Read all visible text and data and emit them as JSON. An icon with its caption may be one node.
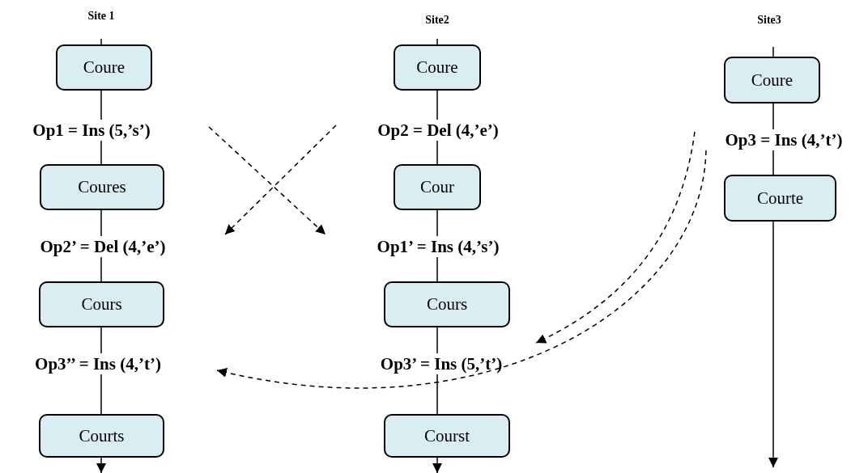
{
  "diagram": {
    "nodes": [
      {
        "text": [
          "Coure"
        ]
      },
      {
        "text": [
          "Op1 = Ins (5,’s’)"
        ]
      },
      {
        "text": [
          "Coures"
        ]
      },
      {
        "text": [
          "Op2’ = Del (4,’e’)"
        ]
      },
      {
        "text": [
          "Cours"
        ]
      },
      {
        "text": [
          "Op3’’ = Ins (4,’t’)"
        ]
      },
      {
        "text": [
          "Courts"
        ]
      },
      {
        "text": [
          "Coure"
        ]
      },
      {
        "text": [
          "Op2 = Del (4,’e’)"
        ]
      },
      {
        "text": [
          "Cour"
        ]
      },
      {
        "text": [
          "Op1’ = Ins (4,’s’)"
        ]
      },
      {
        "text": [
          "Cours"
        ]
      },
      {
        "text": [
          "Op3’ = Ins (5,’t’)"
        ]
      },
      {
        "text": [
          "Courst"
        ]
      },
      {
        "text": [
          "Coure"
        ]
      },
      {
        "text": [
          "Op3 = Ins (4,’t’)"
        ]
      },
      {
        "text": [
          "Courte"
        ]
      }
    ],
    "edges": [
      {
        "from": null,
        "to": 0,
        "arrow": "none"
      },
      {
        "from": 0,
        "to": 1,
        "arrow": "none"
      },
      {
        "from": 1,
        "to": 2,
        "arrow": "none"
      },
      {
        "from": 2,
        "to": 3,
        "arrow": "none"
      },
      {
        "from": 3,
        "to": 4,
        "arrow": "none"
      },
      {
        "from": 4,
        "to": 5,
        "arrow": "none"
      },
      {
        "from": 5,
        "to": 6,
        "arrow": "none"
      },
      {
        "from": 6,
        "to": null,
        "arrow": "to"
      },
      {
        "from": null,
        "to": 7,
        "arrow": "none"
      },
      {
        "from": 7,
        "to": 8,
        "arrow": "none"
      },
      {
        "from": 8,
        "to": 9,
        "arrow": "none"
      },
      {
        "from": 9,
        "to": 10,
        "arrow": "none"
      },
      {
        "from": 10,
        "to": 11,
        "arrow": "none"
      },
      {
        "from": 11,
        "to": 12,
        "arrow": "none"
      },
      {
        "from": 12,
        "to": 13,
        "arrow": "none"
      },
      {
        "from": 13,
        "to": null,
        "arrow": "to"
      },
      {
        "from": null,
        "to": 14,
        "arrow": "none"
      },
      {
        "from": 14,
        "to": 15,
        "arrow": "none"
      },
      {
        "from": 15,
        "to": 16,
        "arrow": "none"
      },
      {
        "from": 16,
        "to": null,
        "arrow": "to"
      },
      {
        "from": 1,
        "to": 10,
        "arrow": "to",
        "style": "dashed"
      },
      {
        "from": 8,
        "to": 3,
        "arrow": "to",
        "style": "dashed"
      },
      {
        "from": 15,
        "to": 12,
        "arrow": "to",
        "style": "dashed"
      },
      {
        "from": 15,
        "to": 5,
        "arrow": "to",
        "style": "dashed"
      }
    ],
    "labels": [
      "Site 1",
      "Site2",
      "Site3"
    ]
  }
}
